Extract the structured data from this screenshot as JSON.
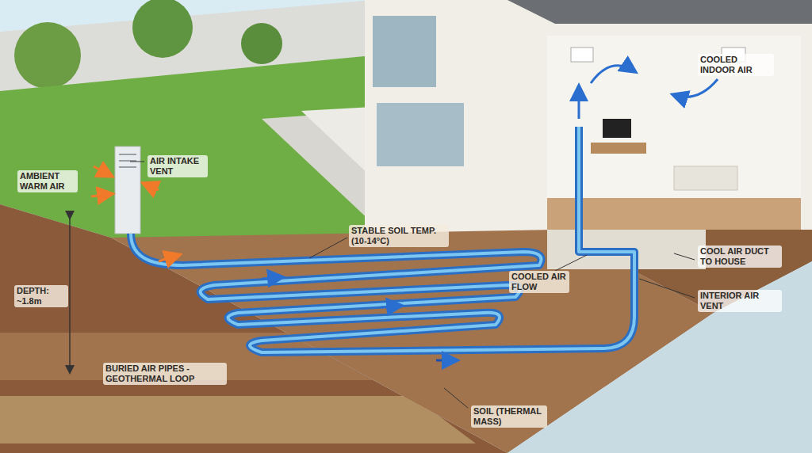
{
  "diagram": {
    "labels": [
      "AMBIENT WARM AIR",
      "AIR INTAKE VENT",
      "STABLE SOIL TEMP. (10-14°C)",
      "DEPTH: ~1.8m",
      "BURIED AIR PIPES - GEOTHERMAL LOOP",
      "COOLED INDOOR AIR",
      "COOLED AIR FLOW",
      "COOL AIR DUCT TO HOUSE",
      "INTERIOR AIR VENT",
      "SOIL (THERMAL MASS)"
    ]
  }
}
